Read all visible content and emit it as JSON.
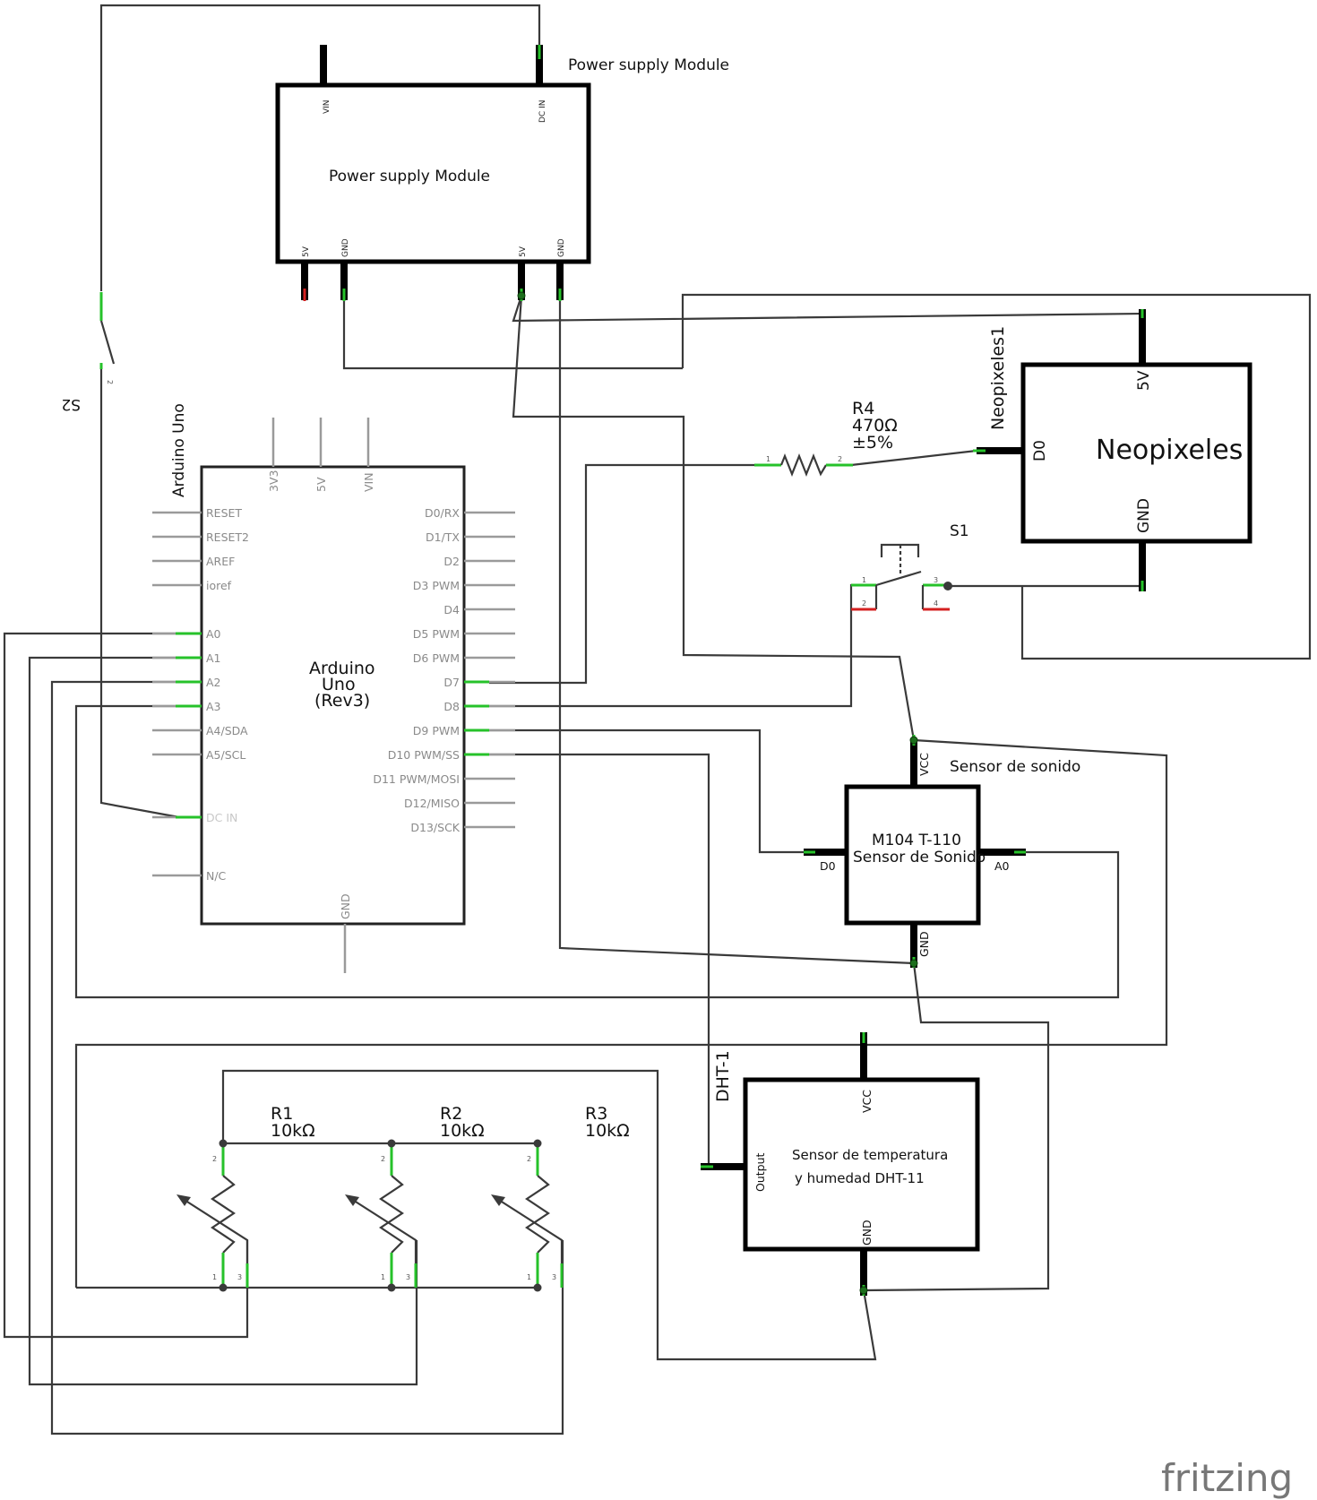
{
  "parts": {
    "power_module": {
      "label_outside": "Power supply Module",
      "label_inside": "Power supply Module",
      "pins": {
        "vin": "VIN",
        "dc_in": "DC IN",
        "v5_left": "5V",
        "gnd_left": "GND",
        "v5_right": "5V",
        "gnd_right": "GND"
      }
    },
    "arduino": {
      "part_label": "Arduino Uno",
      "name_lines": [
        "Arduino",
        "Uno",
        "(Rev3)"
      ],
      "top_pins": [
        "3V3",
        "5V",
        "VIN"
      ],
      "left_pins": [
        "RESET",
        "RESET2",
        "AREF",
        "ioref",
        "A0",
        "A1",
        "A2",
        "A3",
        "A4/SDA",
        "A5/SCL",
        "DC IN",
        "N/C"
      ],
      "right_pins": [
        "D0/RX",
        "D1/TX",
        "D2",
        "D3 PWM",
        "D4",
        "D5 PWM",
        "D6 PWM",
        "D7",
        "D8",
        "D9 PWM",
        "D10 PWM/SS",
        "D11 PWM/MOSI",
        "D12/MISO",
        "D13/SCK"
      ],
      "bottom_pin": "GND"
    },
    "switch_s2": {
      "label": "S2",
      "pin_number": "2"
    },
    "resistor_r4": {
      "name": "R4",
      "value": "470Ω",
      "tolerance": "±5%",
      "pin1": "1",
      "pin2": "2"
    },
    "neopixel": {
      "part_label": "Neopixeles1",
      "title": "Neopixeles",
      "pin_5v": "5V",
      "pin_d0": "D0",
      "pin_gnd": "GND"
    },
    "button_s1": {
      "label": "S1",
      "pins": [
        "1",
        "2",
        "3",
        "4"
      ]
    },
    "sound_sensor": {
      "outside_label": "Sensor de sonido",
      "line1": "M104 T-110",
      "line2": "Sensor de Sonido",
      "pin_vcc": "VCC",
      "pin_d0": "D0",
      "pin_a0": "A0",
      "pin_gnd": "GND"
    },
    "dht": {
      "part_label": "DHT-1",
      "line1": "Sensor de temperatura",
      "line2": "y humedad DHT-11",
      "pin_vcc": "VCC",
      "pin_output": "Output",
      "pin_gnd": "GND"
    },
    "pots": [
      {
        "name": "R1",
        "value": "10kΩ"
      },
      {
        "name": "R2",
        "value": "10kΩ"
      },
      {
        "name": "R3",
        "value": "10kΩ"
      }
    ],
    "pot_pin_numbers": [
      "1",
      "2",
      "3"
    ]
  },
  "logo": "fritzing"
}
